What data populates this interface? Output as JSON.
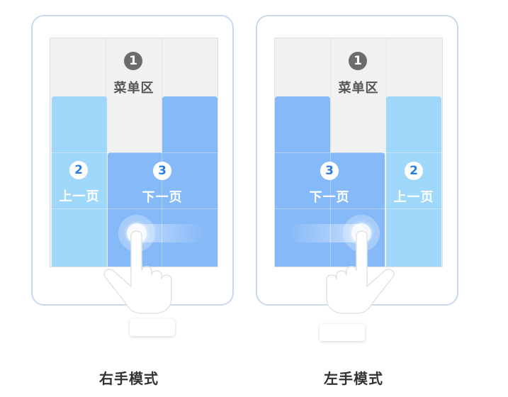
{
  "left_panel": {
    "menu_number": "1",
    "menu_label": "菜单区",
    "prev_number": "2",
    "prev_label": "上一页",
    "next_number": "3",
    "next_label": "下一页",
    "caption": "右手模式"
  },
  "right_panel": {
    "menu_number": "1",
    "menu_label": "菜单区",
    "prev_number": "2",
    "prev_label": "上一页",
    "next_number": "3",
    "next_label": "下一页",
    "caption": "左手模式"
  },
  "colors": {
    "device_border": "#c9d8f1",
    "zone_prev": "#9fd8fa",
    "zone_next": "#86b9f8",
    "badge_number": "#2b7de0"
  },
  "icons": {
    "hand": "pointing-hand-icon",
    "touch": "touch-point-icon"
  }
}
